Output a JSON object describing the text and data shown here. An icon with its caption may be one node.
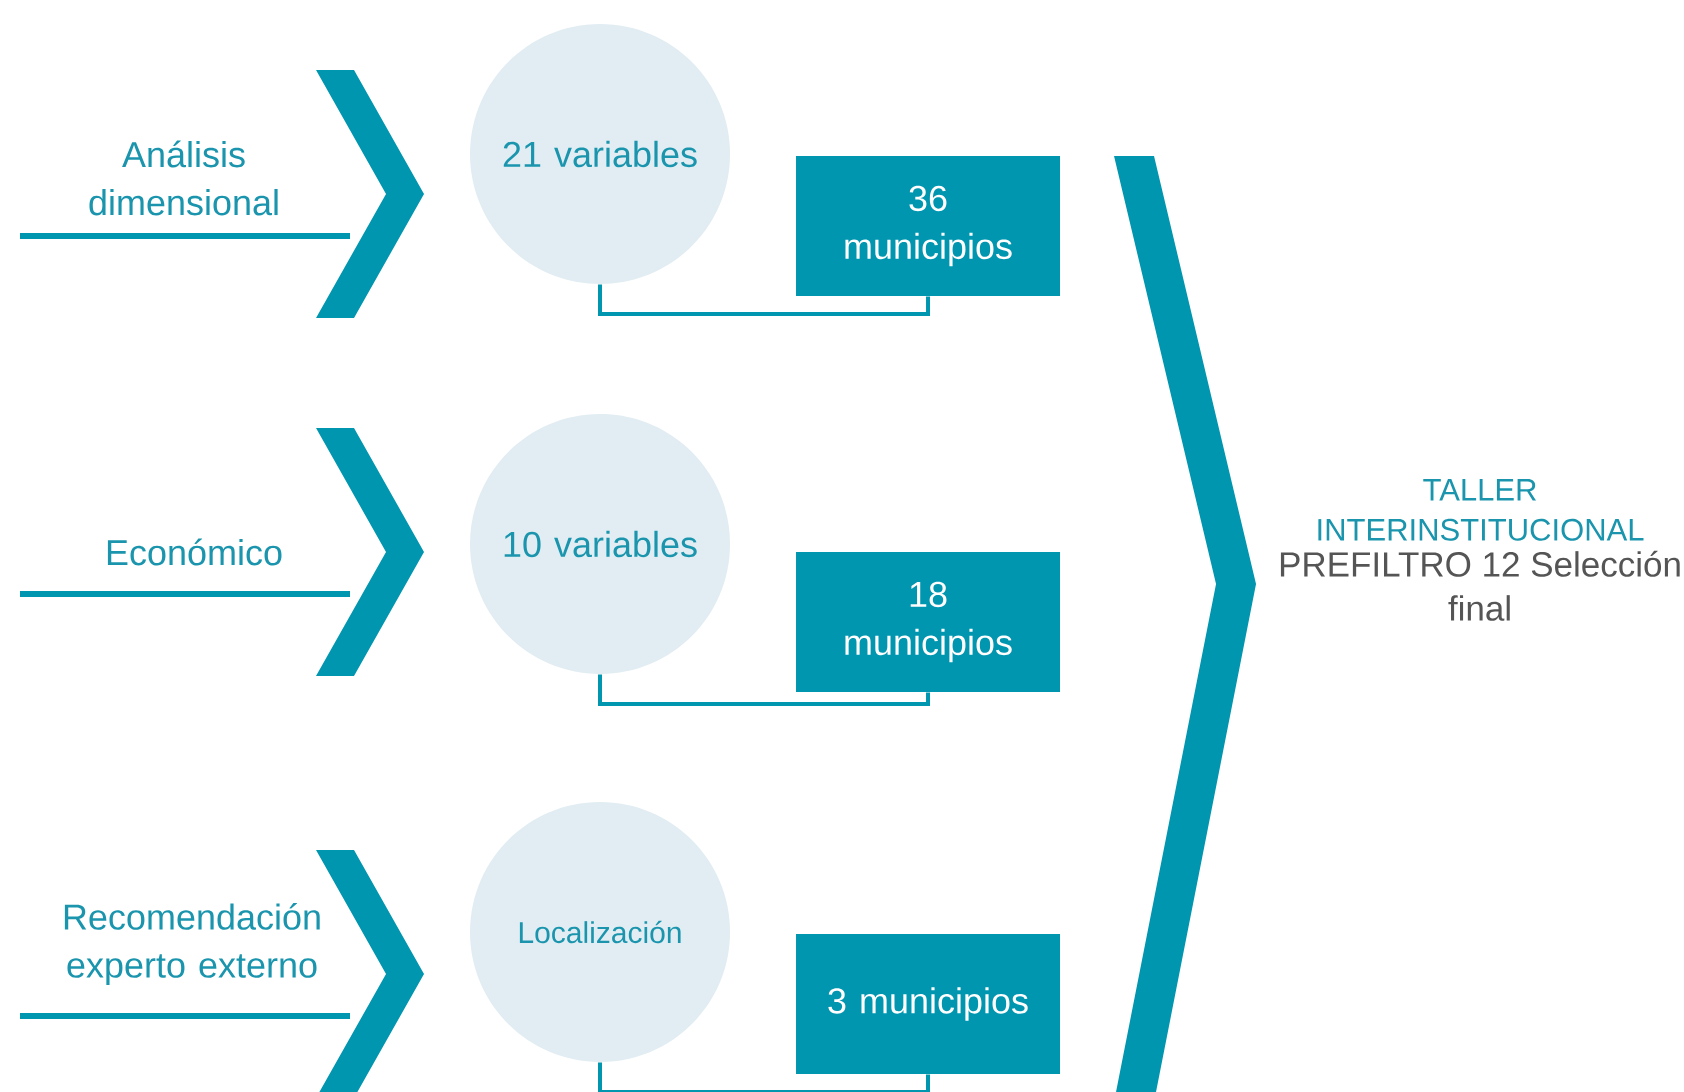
{
  "diagram": {
    "nodes": [
      {
        "text": [
          "Análisis dimensional"
        ]
      },
      {
        "text": [
          "21 variables"
        ]
      },
      {
        "text": [
          "36 municipios"
        ]
      },
      {
        "text": [
          "Económico"
        ]
      },
      {
        "text": [
          "10 variables"
        ]
      },
      {
        "text": [
          "18 municipios"
        ]
      },
      {
        "text": [
          "Recomendación experto externo"
        ]
      },
      {
        "text": [
          "Localización"
        ]
      },
      {
        "text": [
          "3 municipios"
        ]
      },
      {
        "text": [
          "TALLER INTERINSTITUCIONAL",
          "PREFILTRO 12 Selección final"
        ]
      }
    ],
    "edges": [
      {
        "from": 0,
        "to": 1,
        "arrow": "to"
      },
      {
        "from": 1,
        "to": 2,
        "arrow": "none"
      },
      {
        "from": 3,
        "to": 4,
        "arrow": "to"
      },
      {
        "from": 4,
        "to": 5,
        "arrow": "none"
      },
      {
        "from": 6,
        "to": 7,
        "arrow": "to"
      },
      {
        "from": 7,
        "to": 8,
        "arrow": "none"
      }
    ]
  }
}
